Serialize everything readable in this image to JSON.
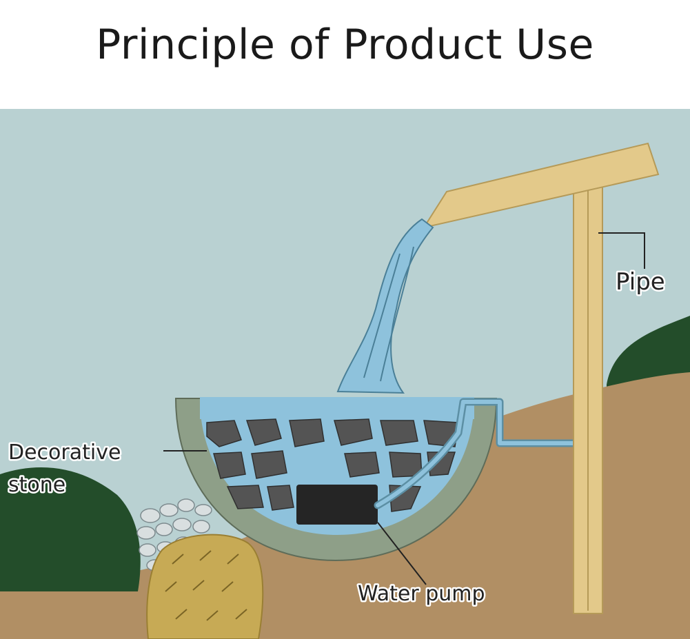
{
  "title": "Principle of Product Use",
  "labels": {
    "pipe": "Pipe",
    "decorative_stone_line1": "Decorative",
    "decorative_stone_line2": "stone",
    "water_pump": "Water pump"
  },
  "colors": {
    "sky": "#b9d1d2",
    "ground": "#b18f64",
    "trough_wood": "#e3c98a",
    "water": "#8ec2dc",
    "basin": "#8e9f88",
    "bush": "#234d2a",
    "pump": "#252525",
    "stone": "#545454"
  }
}
